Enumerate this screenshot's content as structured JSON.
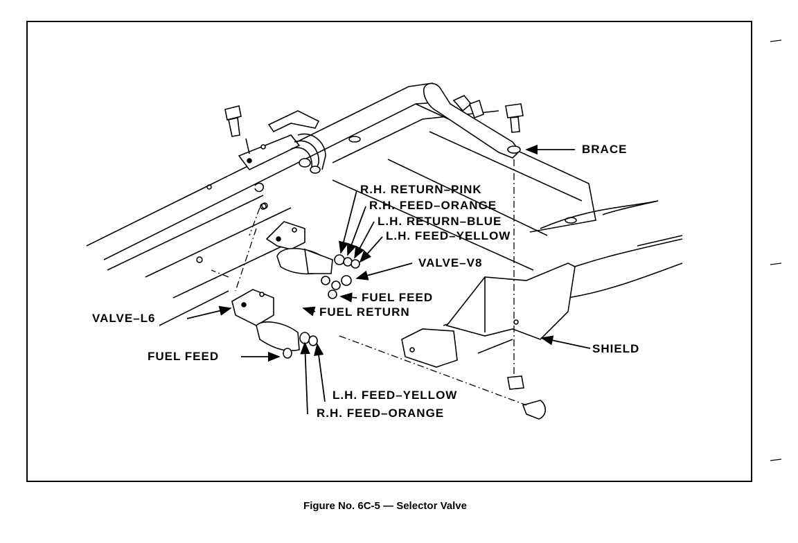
{
  "figure": {
    "caption": "Figure No. 6C-5 — Selector Valve"
  },
  "labels": {
    "brace": "BRACE",
    "rh_return_pink": "R.H. RETURN–PINK",
    "rh_feed_orange_top": "R.H. FEED–ORANGE",
    "lh_return_blue": "L.H. RETURN–BLUE",
    "lh_feed_yellow_top": "L.H. FEED–YELLOW",
    "valve_v8": "VALVE–V8",
    "fuel_feed_v8": "FUEL FEED",
    "fuel_return": "FUEL RETURN",
    "valve_l6": "VALVE–L6",
    "shield": "SHIELD",
    "fuel_feed_l6": "FUEL FEED",
    "lh_feed_yellow_bottom": "L.H. FEED–YELLOW",
    "rh_feed_orange_bottom": "R.H. FEED–ORANGE"
  },
  "colors": {
    "ink": "#000000",
    "paper": "#ffffff"
  }
}
